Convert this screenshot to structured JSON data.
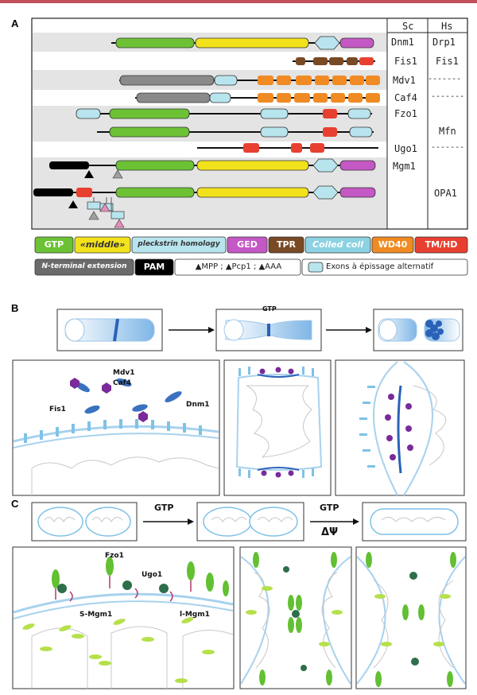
{
  "panels": {
    "a": "A",
    "b": "B",
    "c": "C"
  },
  "table": {
    "col_sc": "Sc",
    "col_hs": "Hs"
  },
  "rows": [
    {
      "sc": "Dnm1",
      "hs": "Drp1"
    },
    {
      "sc": "Fis1",
      "hs": "Fis1"
    },
    {
      "sc": "Mdv1",
      "hs": "-------"
    },
    {
      "sc": "Caf4",
      "hs": "-------"
    },
    {
      "sc": "Fzo1",
      "hs": ""
    },
    {
      "sc": "",
      "hs": "Mfn"
    },
    {
      "sc": "Ugo1",
      "hs": "-------"
    },
    {
      "sc": "Mgm1",
      "hs": ""
    },
    {
      "sc": "",
      "hs": "OPA1"
    }
  ],
  "legend": {
    "gtp": "GTP",
    "middle": "«middle»",
    "ph": "pleckstrin homology",
    "ged": "GED",
    "tpr": "TPR",
    "coiled": "Coiled coil",
    "wd40": "WD40",
    "tm": "TM/HD",
    "nterm": "N-terminal extension",
    "pam": "PAM",
    "proteases": "▲MPP ; ▲Pcp1 ; ▲AAA",
    "exons": "Exons à épissage alternatif"
  },
  "colors": {
    "gtp": "#6cc234",
    "middle": "#f2e21c",
    "ph": "#b8e4ee",
    "ged": "#c458c4",
    "tpr": "#7a4a25",
    "coiled": "#8cd2e2",
    "wd40": "#f08a22",
    "tm": "#e84030",
    "nterm": "#6b6b6b",
    "pam": "#000000",
    "membrane": "#7fc2e6",
    "mdv": "#7a2a9a",
    "fzo": "#62c032"
  },
  "panel_b": {
    "gtp": "GTP",
    "labels": {
      "mdv1": "Mdv1",
      "caf4": "Caf4",
      "fis1": "Fis1",
      "dnm1": "Dnm1"
    }
  },
  "panel_c": {
    "gtp1": "GTP",
    "gtp2": "GTP",
    "dpsi": "ΔΨ",
    "labels": {
      "fzo1": "Fzo1",
      "ugo1": "Ugo1",
      "smgm1": "S-Mgm1",
      "lmgm1": "l-Mgm1"
    }
  }
}
